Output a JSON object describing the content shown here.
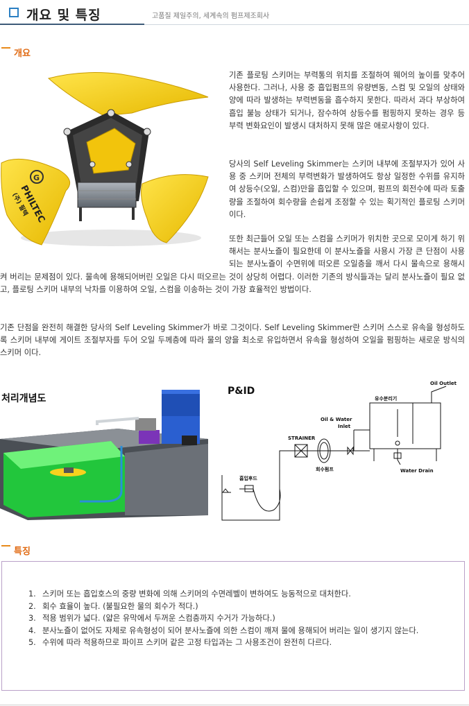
{
  "header": {
    "title": "개요 및 특징",
    "slogan": "고품질 제일주의, 세계속의 펌프제조회사"
  },
  "overview": {
    "label": "개요",
    "product_brand": "PHILTEC",
    "product_brand_sub": "(주) 필텍",
    "paragraphs": [
      "기존 플로팅 스키머는 부력통의 위치를 조절하여 웨어의 높이를 맞추어 사용한다. 그러나, 사용 중 흡입펌프의 유량변동, 스컴 및 오일의 상태와 양에 따라 발생하는 부력변동을 흡수하지 못한다. 따라서 과다 부상하여 흡입 불능 상태가 되거나, 잠수하여 상등수를 펌핑하지 못하는 경우 등 부력 변화요인이 발생시 대처하지 못해 많은 애로사항이 있다.",
      "당사의 Self Leveling Skimmer는 스키머 내부에 조절부자가 있어 사용 중 스키머 전체의 부력변화가 발생하여도 항상 일정한 수위를 유지하여 상등수(오일, 스컴)만을 흡입할 수 있으며, 펌프의 회전수에 따라 토출량을 조절하여 회수량을 손쉽게 조정할 수 있는 획기적인 플로팅 스키머 이다.",
      "또한 최근들어 오일 또는 스컴을 스키머가 위치한 곳으로 모이게 하기 위해서는 분사노즐이 필요한데 이 분사노즐을 사용시 가장 큰 단점이 사용되는 분사노즐이 수면위에 떠오른 오일층을 깨서 다시 물속으로 용해시켜 버리는 문제점이 있다. 물속에 용해되어버린 오일은 다시 떠오르는 것이 상당히 어렵다. 이러한 기존의 방식들과는 달리 분사노즐이 필요 없고, 플로팅 스키머 내부의 낙차를 이용하여 오일, 스컴을 이송하는 것이 가장 효율적인 방법이다.",
      "기존 단점을 완전히 해결한 당사의 Self Leveling Skimmer가 바로 그것이다. Self Leveling Skimmer란 스키머 스스로 유속을 형성하도록 스키머 내부에 게이트 조절부자를 두어 오일 두께층에 따라 물의 양을 최소로 유입하면서 유속을 형성하여 오일을 펌핑하는 새로운 방식의 스키머 이다."
    ]
  },
  "diagrams": {
    "concept_title": "처리개념도",
    "pid_title": "P&ID",
    "pid_labels": {
      "oil_outlet": "Oil Outlet",
      "separator": "유수분리기",
      "oil_water_inlet_1": "Oil & Water",
      "oil_water_inlet_2": "Inlet",
      "strainer": "STRAINER",
      "recovery_pump": "회수펌프",
      "water_drain": "Water Drain",
      "suction_hood": "흡입후드"
    }
  },
  "features": {
    "label": "특징",
    "items": [
      {
        "num": "1.",
        "text": "스키머 또는 흡입호스의 중량 변화에 의해 스키머의 수면레벨이 변하여도 능동적으로 대처한다."
      },
      {
        "num": "2.",
        "text": "회수 효율이 높다. (불필요한 물의 회수가 적다.)"
      },
      {
        "num": "3.",
        "text": "적용 범위가 넓다. (얇은 유막에서 두꺼운 스컴층까지 수거가 가능하다.)"
      },
      {
        "num": "4.",
        "text": "분사노즐이 없어도 자체로 유속형성이 되어 분사노즐에 의한 스컴이 깨져 물에 용해되어 버리는 일이 생기지 않는다."
      },
      {
        "num": "5.",
        "text": "수위에 따라 적용하므로 파이프 스키머 같은 고정 타입과는 그 사용조건이 완전히 다르다."
      }
    ]
  },
  "colors": {
    "accent_orange": "#e06a12",
    "header_blue": "#2a7fc3",
    "float_yellow": "#f7d21e",
    "tank_green": "#2fd44a",
    "pump_purple": "#6a2aa0"
  }
}
